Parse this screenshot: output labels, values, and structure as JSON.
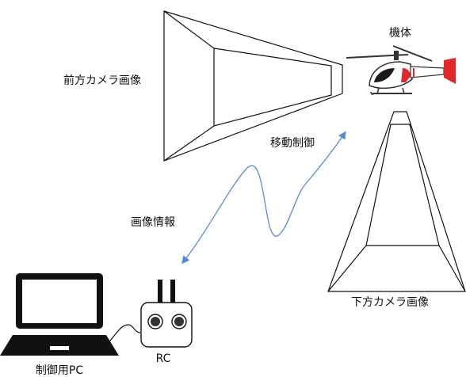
{
  "labels": {
    "front_camera": "前方カメラ画像",
    "airframe": "機体",
    "movement_control": "移動制御",
    "image_info": "画像情報",
    "bottom_camera": "下方カメラ画像",
    "rc": "RC",
    "control_pc": "制御用PC"
  },
  "colors": {
    "outline": "#111111",
    "link_curve": "#5b8ad0",
    "heli_accent": "#e0282b"
  },
  "icons": [
    "helicopter-icon",
    "laptop-icon",
    "rc-transmitter-icon"
  ]
}
